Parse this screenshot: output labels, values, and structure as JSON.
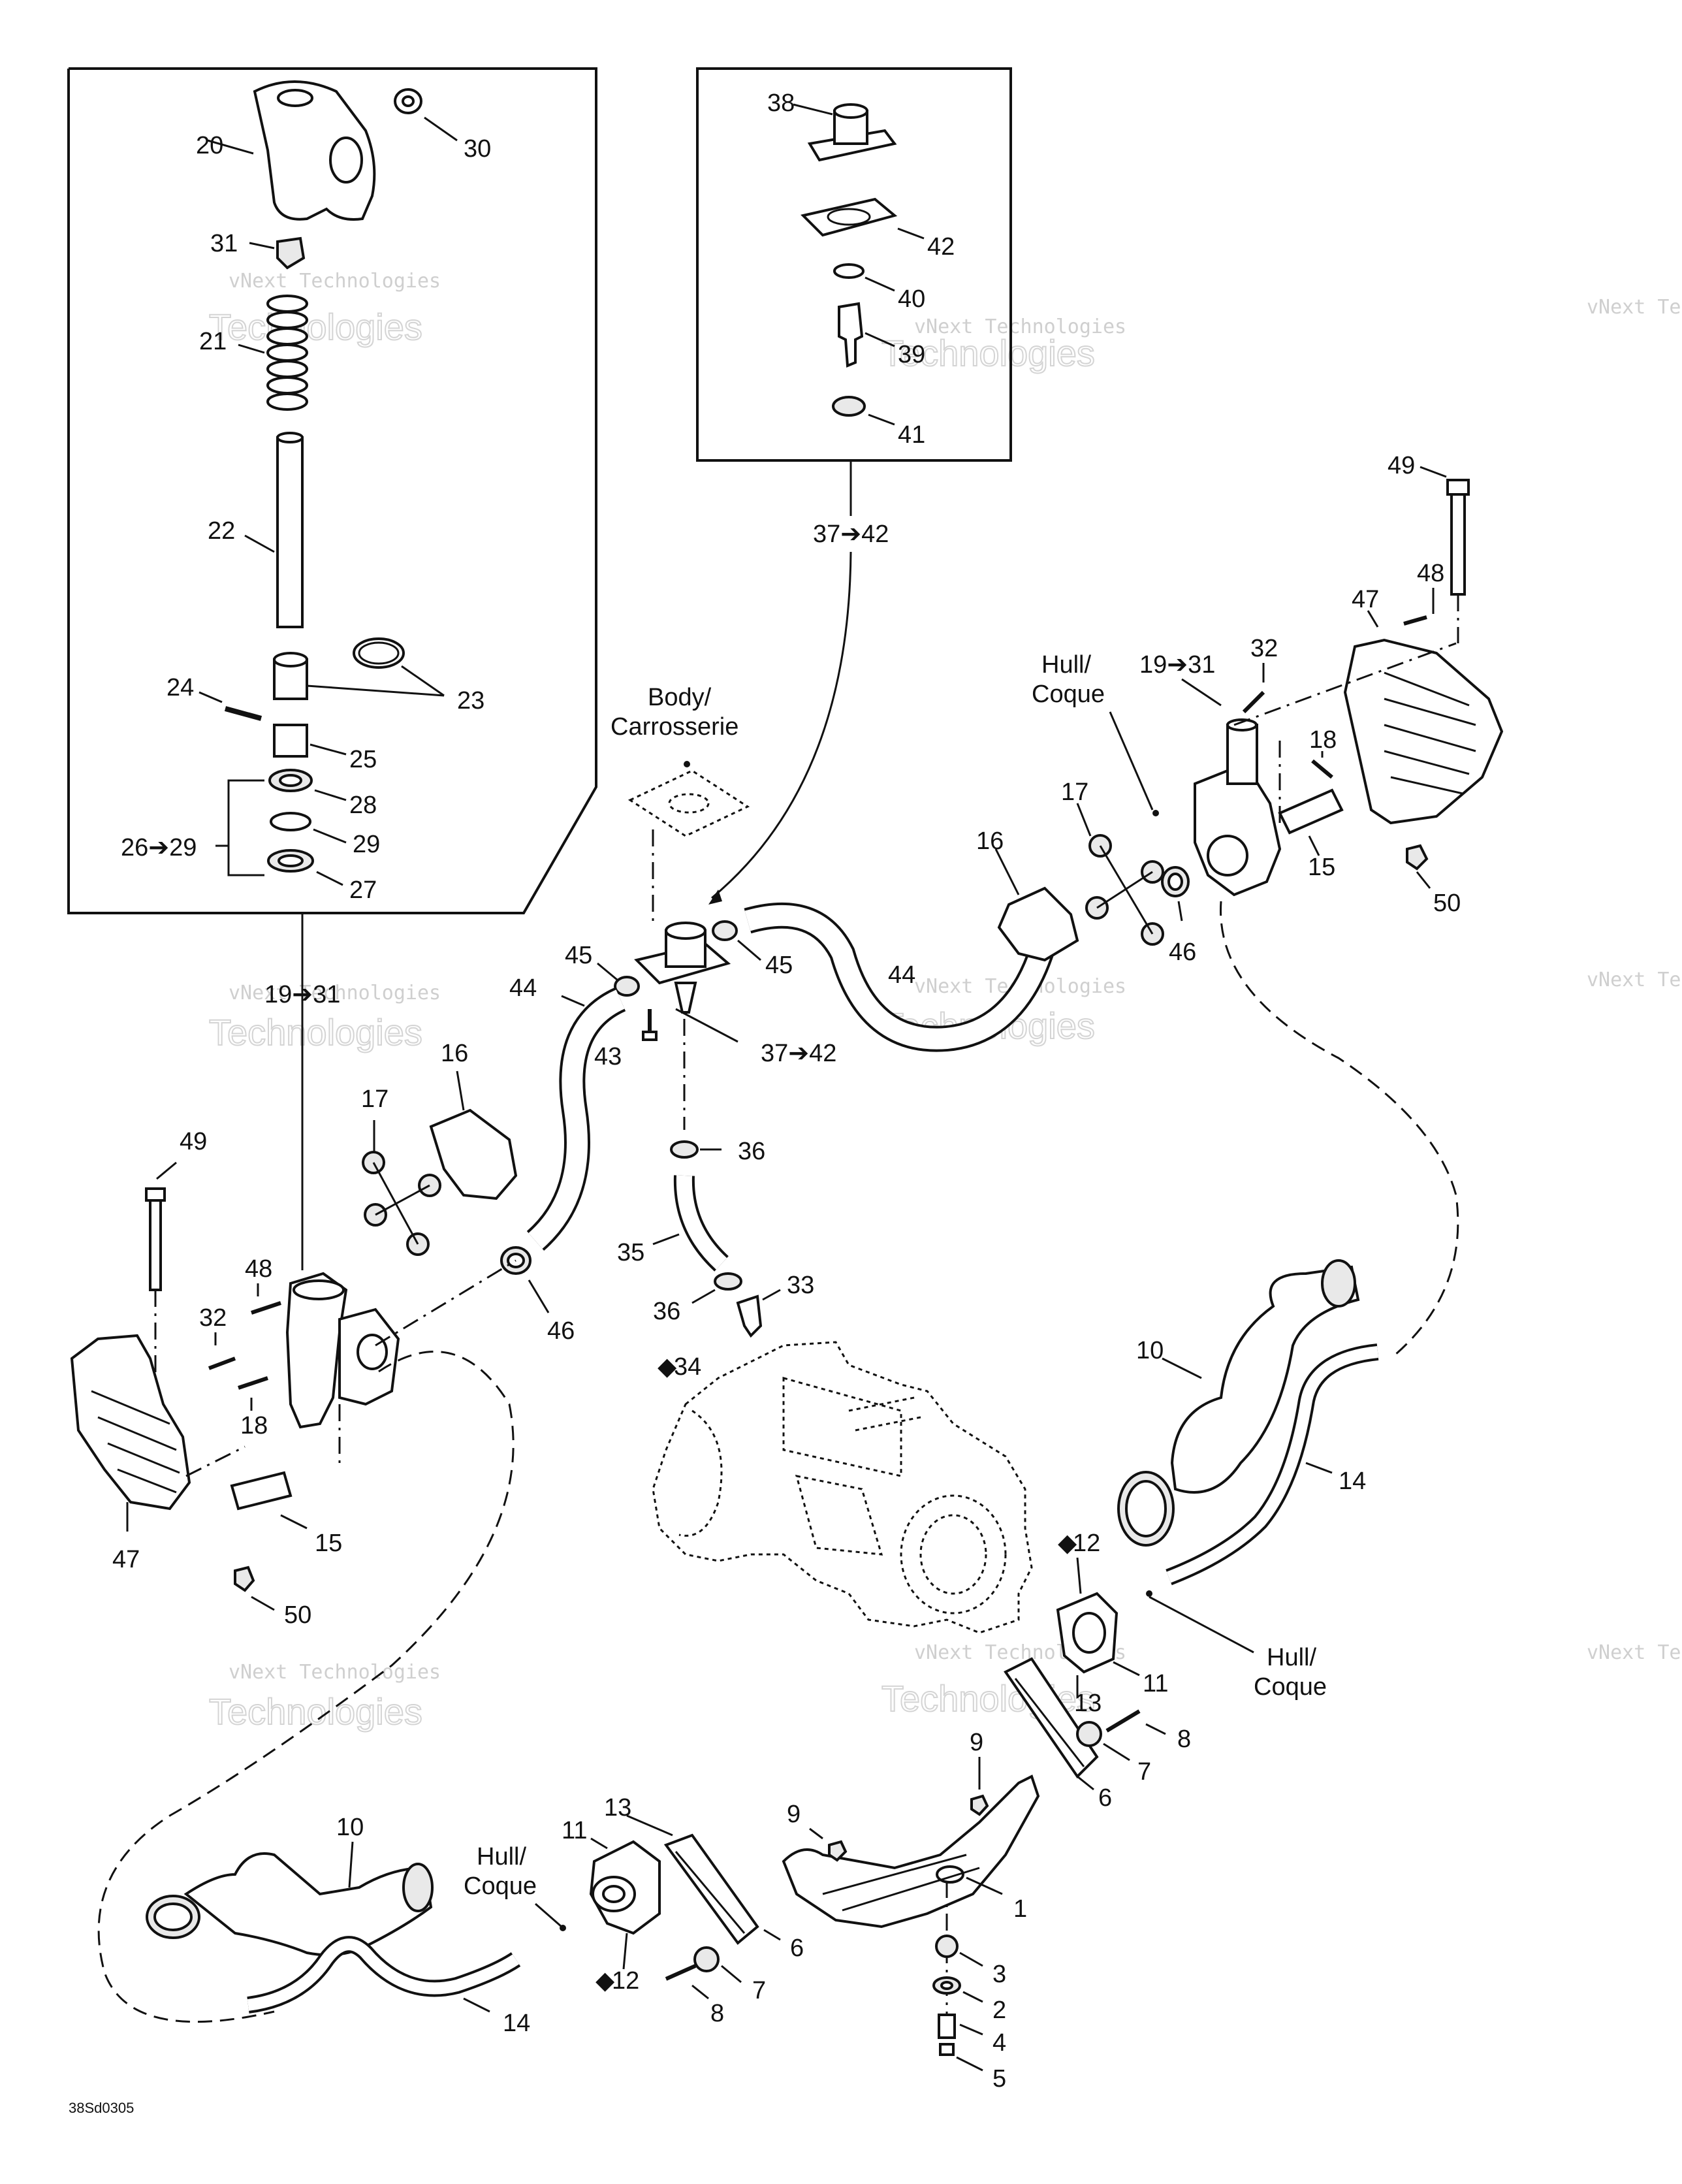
{
  "figure_code": "38Sd0305",
  "watermark": {
    "line1": "vNext",
    "line2": "Technologies",
    "combined": "vNext Technologies"
  },
  "hull_label": "Hull/ Coque",
  "hull_line1": "Hull/",
  "hull_line2": "Coque",
  "body_line1": "Body/",
  "body_line2": "Carrosserie",
  "lubricant_symbol": "◆",
  "callouts": {
    "c20": "20",
    "c30": "30",
    "c31": "31",
    "c21": "21",
    "c22": "22",
    "c23": "23",
    "c24": "24",
    "c25": "25",
    "c28": "28",
    "c29": "29",
    "c26_29": "26➔29",
    "c27": "27",
    "c38": "38",
    "c42": "42",
    "c40": "40",
    "c39": "39",
    "c41": "41",
    "c37_42a": "37➔42",
    "c49r": "49",
    "c48r": "48",
    "c47r": "47",
    "c32r": "32",
    "c19_31r": "19➔31",
    "c18r": "18",
    "c17r": "17",
    "c16r": "16",
    "c15r": "15",
    "c46r": "46",
    "c50r": "50",
    "c45a": "45",
    "c45b": "45",
    "c44a": "44",
    "c44b": "44",
    "c43": "43",
    "c37_42b": "37➔42",
    "c19_31l": "19➔31",
    "c16l": "16",
    "c17l": "17",
    "c36a": "36",
    "c35": "35",
    "c36b": "36",
    "c33": "33",
    "c34": "34",
    "c46l": "46",
    "c49l": "49",
    "c48l": "48",
    "c32l": "32",
    "c18l": "18",
    "c47l": "47",
    "c15l": "15",
    "c50l": "50",
    "c10r": "10",
    "c14r": "14",
    "c12r": "12",
    "c11r": "11",
    "c13r": "13",
    "c8r": "8",
    "c7r": "7",
    "c6r": "6",
    "c9r": "9",
    "c9l": "9",
    "c1": "1",
    "c3": "3",
    "c2": "2",
    "c4": "4",
    "c5": "5",
    "c13l": "13",
    "c11l": "11",
    "c12l": "12",
    "c6l": "6",
    "c7l": "7",
    "c8l": "8",
    "c10l": "10",
    "c14l": "14"
  }
}
